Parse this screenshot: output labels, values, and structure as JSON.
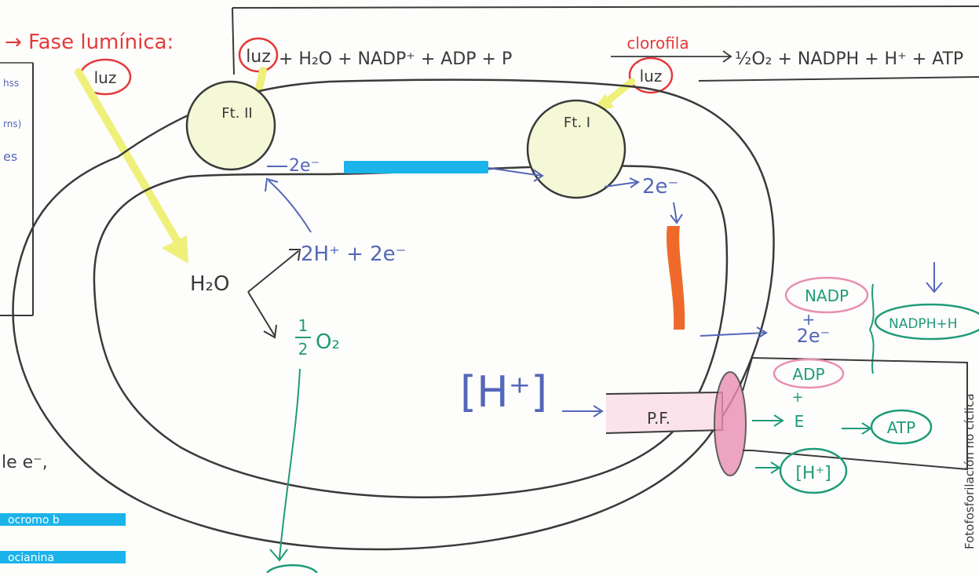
{
  "header": {
    "phase_title": "→ Fase lumínica:",
    "equation": {
      "light": "luz",
      "reactants": "+ H₂O + NADP⁺ + ADP + P",
      "catalyst": "clorofila",
      "products": "½O₂ + NADPH + H⁺ + ATP"
    }
  },
  "light_labels": {
    "left": "luz",
    "arrow_to_ps1": "luz"
  },
  "photosystems": {
    "ps2": "Ft. II",
    "ps1": "Ft. I"
  },
  "membrane_labels": {
    "electron_from_ps2": "2e⁻",
    "electron_from_ps1": "2e⁻"
  },
  "photolysis": {
    "water": "H₂O",
    "protons_electrons": "2H⁺ + 2e⁻",
    "oxygen_num": "1",
    "oxygen_den": "2",
    "oxygen": "O₂"
  },
  "stroma": {
    "proton_gradient": "[H⁺]",
    "atp_synthase": "P.F."
  },
  "outputs": {
    "nadp": "NADP",
    "plus1": "+",
    "electrons": "2e⁻",
    "nadph": "NADPH+H",
    "adp": "ADP",
    "plus2": "+",
    "energy": "E",
    "atp": "ATP",
    "protons": "[H⁺]",
    "vertical_note": "Fotofosforilación no cíclica"
  },
  "left_partial": {
    "line1": "le e⁻,",
    "line2": "ocromo b",
    "line3": "ocianina"
  },
  "colors": {
    "pencil": "#3a3a3a",
    "red": "#e43a3a",
    "blue": "#5567b8",
    "green": "#1f9b7a",
    "yellow": "#eef07a",
    "cyan": "#1ab3ea",
    "orange": "#ef6a2a",
    "pink": "#e98fb2"
  }
}
